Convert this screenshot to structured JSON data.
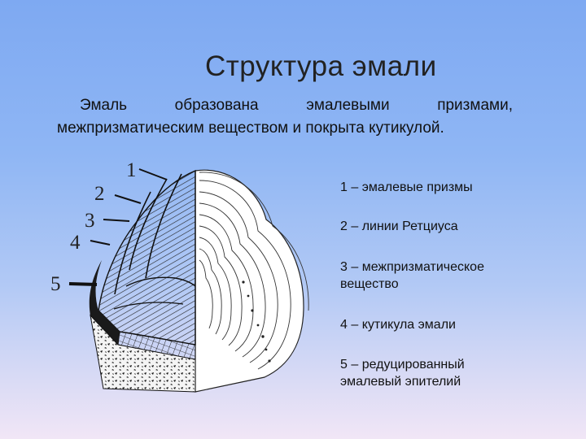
{
  "slide": {
    "title": "Структура эмали",
    "intro": {
      "line1_words": [
        "Эмаль",
        "образована",
        "эмалевыми",
        "призмами,"
      ],
      "line2": "межпризматическим веществом и покрыта кутикулой."
    }
  },
  "figure": {
    "numbers": [
      "1",
      "2",
      "3",
      "4",
      "5"
    ]
  },
  "legend": [
    {
      "line1": "1 – эмалевые призмы",
      "line2": ""
    },
    {
      "line1": "2 – линии Ретциуса",
      "line2": ""
    },
    {
      "line1": "3 – межпризматическое",
      "line2": "вещество"
    },
    {
      "line1": "4 – кутикула эмали",
      "line2": ""
    },
    {
      "line1": "5 – редуцированный",
      "line2": "эмалевый эпителий"
    }
  ]
}
